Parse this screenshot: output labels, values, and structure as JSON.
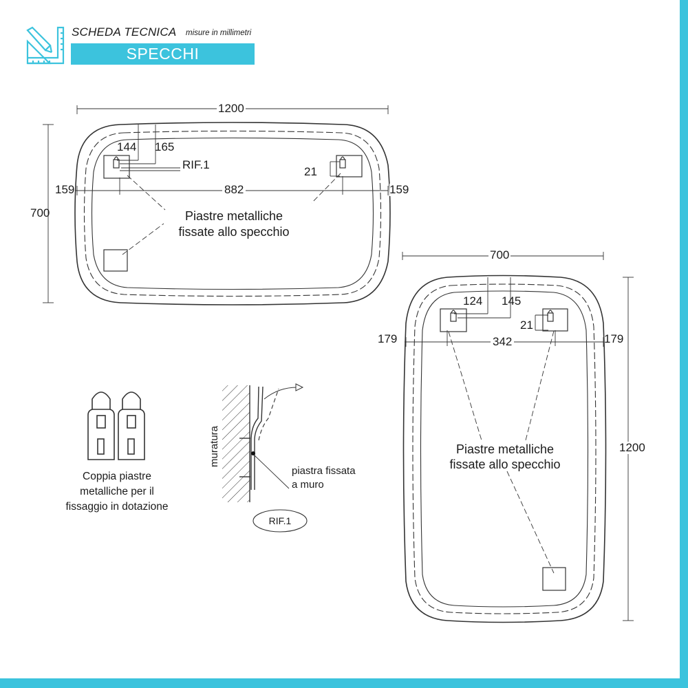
{
  "header": {
    "title": "SCHEDA TECNICA",
    "subtitle": "misure in millimetri",
    "band_label": "SPECCHI",
    "accent_color": "#3cc3dd",
    "icon": "ruler-pencil-icon"
  },
  "landscape_mirror": {
    "width_label": "1200",
    "height_label": "700",
    "offset_a_label": "144",
    "offset_b_label": "165",
    "ref_label": "RIF.1",
    "plate_height_label": "21",
    "left_margin_label": "159",
    "plate_spacing_label": "882",
    "right_margin_label": "159",
    "note_line1": "Piastre metalliche",
    "note_line2": "fissate allo specchio"
  },
  "portrait_mirror": {
    "width_label": "700",
    "height_label": "1200",
    "offset_a_label": "124",
    "offset_b_label": "145",
    "plate_height_label": "21",
    "left_margin_label": "179",
    "plate_spacing_label": "342",
    "right_margin_label": "179",
    "note_line1": "Piastre metalliche",
    "note_line2": "fissate allo specchio"
  },
  "plates_detail": {
    "caption_line1": "Coppia piastre",
    "caption_line2": "metalliche per il",
    "caption_line3": "fissaggio in dotazione"
  },
  "wall_detail": {
    "wall_label": "muratura",
    "plate_label_line1": "piastra fissata",
    "plate_label_line2": "a muro",
    "ref_badge": "RIF.1"
  }
}
